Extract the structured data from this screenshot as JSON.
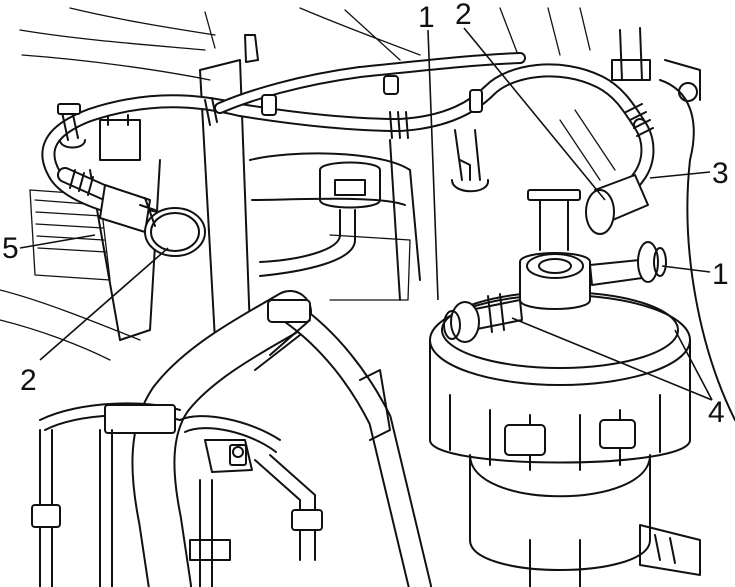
{
  "callouts": [
    {
      "id": "c1-top",
      "text": "1"
    },
    {
      "id": "c2-top",
      "text": "2"
    },
    {
      "id": "c3",
      "text": "3"
    },
    {
      "id": "c1-right",
      "text": "1"
    },
    {
      "id": "c4",
      "text": "4"
    },
    {
      "id": "c5",
      "text": "5"
    },
    {
      "id": "c2-bottom",
      "text": "2"
    }
  ]
}
